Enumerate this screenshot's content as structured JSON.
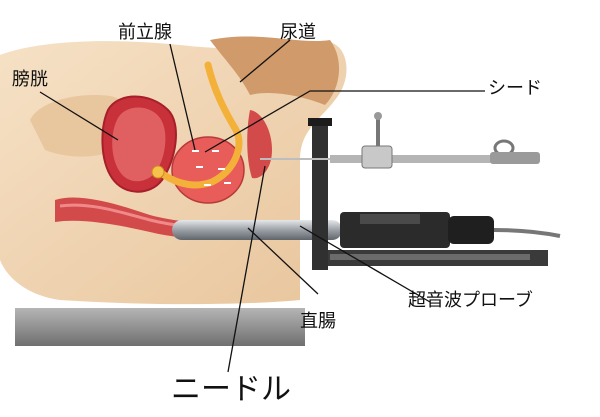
{
  "labels": {
    "prostate": "前立腺",
    "urethra": "尿道",
    "bladder": "膀胱",
    "seed": "シード",
    "rectum": "直腸",
    "ultrasound_probe": "超音波プローブ",
    "needle": "ニードル"
  },
  "colors": {
    "tissue": "#f2d4ae",
    "tissue_dark": "#dcae7c",
    "bladder": "#c8303a",
    "prostate": "#e85c5a",
    "urethra": "#f3b13a",
    "rectum": "#d24a4a",
    "metal": "#9aa0a6",
    "metal_dark": "#2b2b2b",
    "leader": "#111111",
    "base": "#8b8b8b"
  }
}
